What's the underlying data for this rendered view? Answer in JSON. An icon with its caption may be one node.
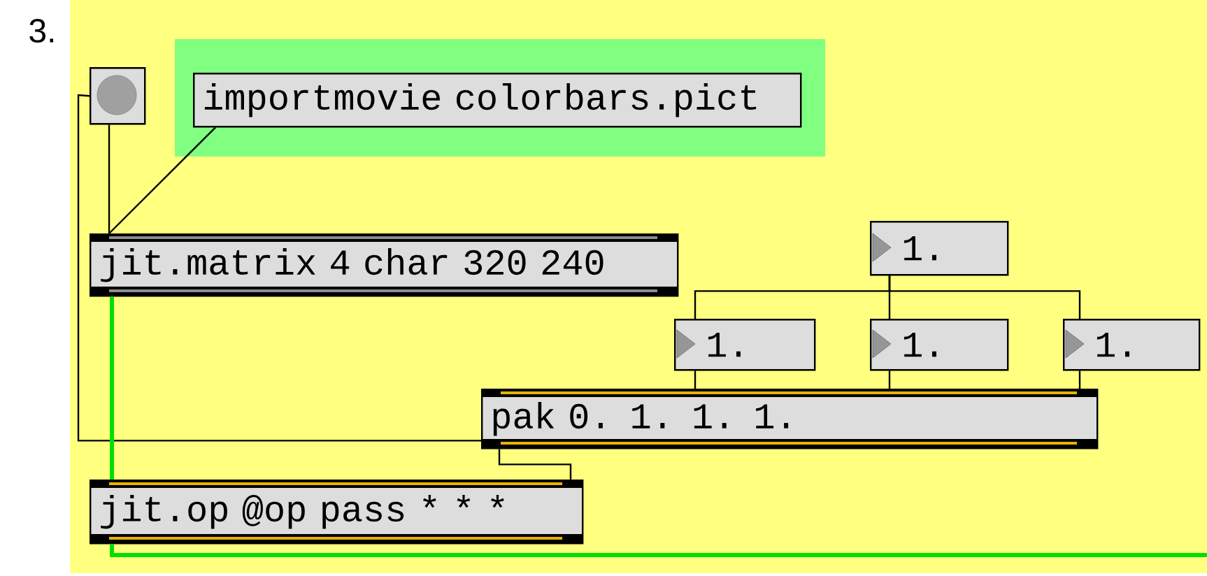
{
  "diagram": {
    "nodes": [
      {
        "text": [],
        "shape": "box"
      },
      {
        "text": [
          "importmovie colorbars.pict"
        ]
      },
      {
        "text": [
          "jit.matrix 4 char 320 240"
        ]
      },
      {
        "text": [
          "1."
        ]
      },
      {
        "text": [
          "1."
        ]
      },
      {
        "text": [
          "1."
        ]
      },
      {
        "text": [
          "1."
        ]
      },
      {
        "text": [
          "pak 0. 1. 1. 1."
        ]
      },
      {
        "text": [
          "jit.op @op pass * * *"
        ]
      }
    ],
    "edges": [
      {
        "from": 0,
        "to": 2,
        "arrow": "none"
      },
      {
        "from": 1,
        "to": 2,
        "arrow": "none"
      },
      {
        "from": 0,
        "to": 7,
        "arrow": "none"
      },
      {
        "from": 2,
        "to": 8,
        "arrow": "none",
        "style": "thick",
        "color": "#00e000"
      },
      {
        "from": 3,
        "to": 4,
        "arrow": "none"
      },
      {
        "from": 3,
        "to": 5,
        "arrow": "none"
      },
      {
        "from": 3,
        "to": 6,
        "arrow": "none"
      },
      {
        "from": 4,
        "to": 7,
        "arrow": "none"
      },
      {
        "from": 5,
        "to": 7,
        "arrow": "none"
      },
      {
        "from": 6,
        "to": 7,
        "arrow": "none"
      },
      {
        "from": 7,
        "to": 8,
        "arrow": "none"
      },
      {
        "from": 8,
        "to": null,
        "arrow": "none",
        "style": "thick",
        "color": "#00e000"
      }
    ],
    "labels": [
      "3."
    ]
  }
}
